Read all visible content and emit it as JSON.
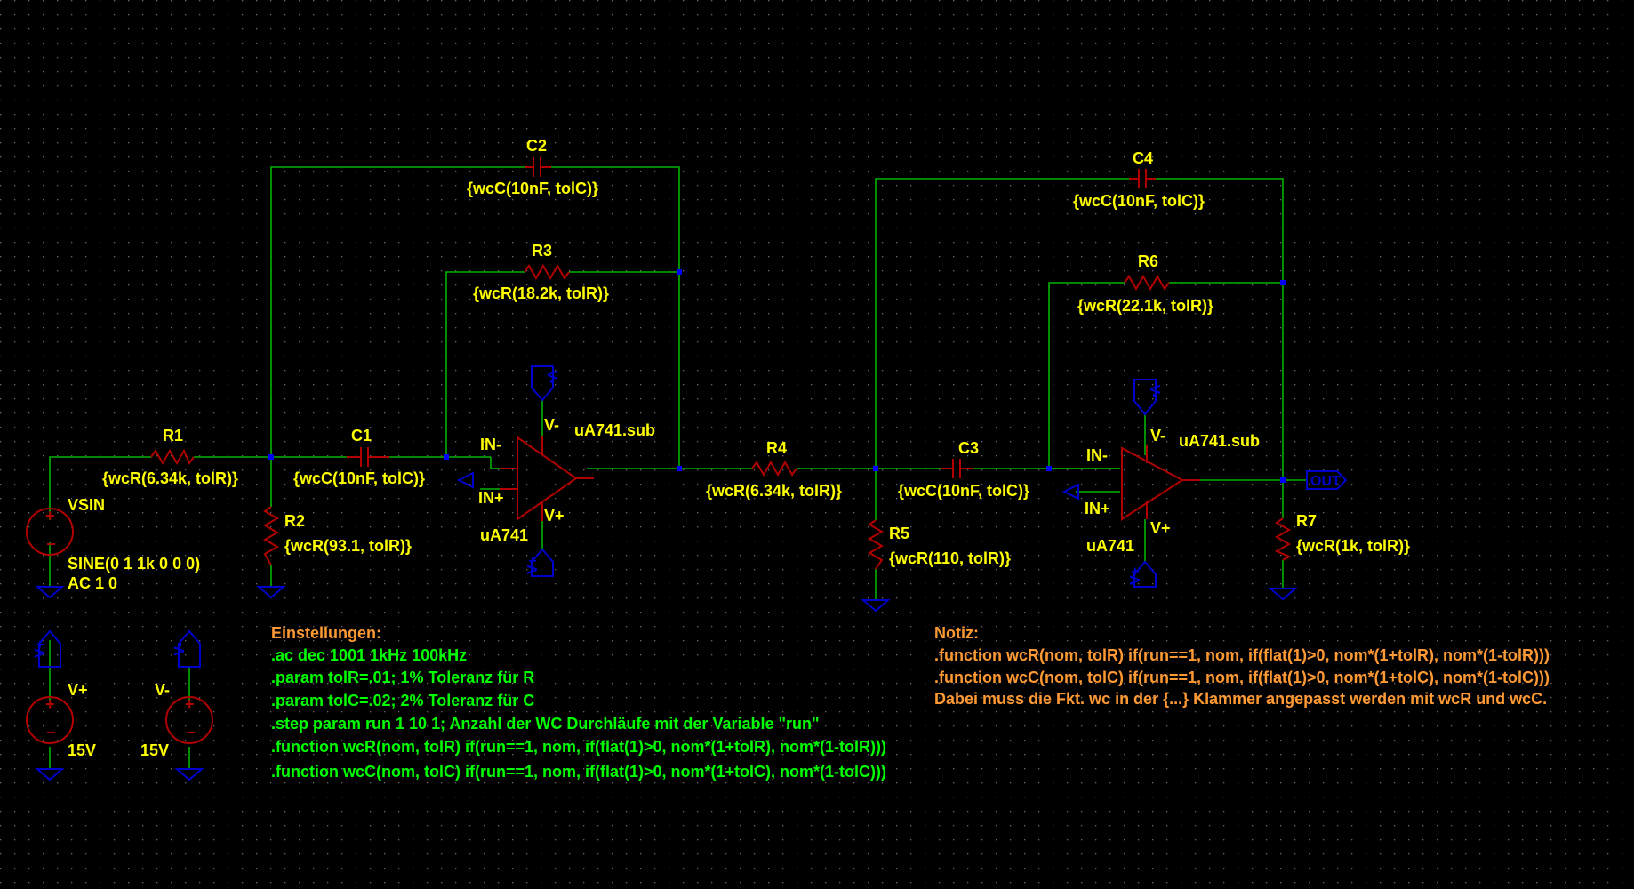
{
  "components": {
    "R1": {
      "name": "R1",
      "value": "{wcR(6.34k, tolR)}"
    },
    "R2": {
      "name": "R2",
      "value": "{wcR(93.1, tolR)}"
    },
    "R3": {
      "name": "R3",
      "value": "{wcR(18.2k, tolR)}"
    },
    "R4": {
      "name": "R4",
      "value": "{wcR(6.34k, tolR)}"
    },
    "R5": {
      "name": "R5",
      "value": "{wcR(110, tolR)}"
    },
    "R6": {
      "name": "R6",
      "value": "{wcR(22.1k, tolR)}"
    },
    "R7": {
      "name": "R7",
      "value": "{wcR(1k, tolR)}"
    },
    "C1": {
      "name": "C1",
      "value": "{wcC(10nF, tolC)}"
    },
    "C2": {
      "name": "C2",
      "value": "{wcC(10nF, tolC)}"
    },
    "C3": {
      "name": "C3",
      "value": "{wcC(10nF, tolC)}"
    },
    "C4": {
      "name": "C4",
      "value": "{wcC(10nF, tolC)}"
    },
    "VSIN": {
      "name": "VSIN",
      "value": "SINE(0 1 1k 0 0 0)",
      "ac": "AC 1 0"
    },
    "VP": {
      "label": "V+",
      "value": "15V"
    },
    "VM": {
      "label": "V-",
      "value": "15V"
    },
    "U1": {
      "name": "uA741",
      "model": "uA741.sub",
      "in_minus": "IN-",
      "in_plus": "IN+",
      "v_minus": "V-",
      "v_plus": "V+"
    },
    "U2": {
      "name": "uA741",
      "model": "uA741.sub",
      "in_minus": "IN-",
      "in_plus": "IN+",
      "v_minus": "V-",
      "v_plus": "V+"
    }
  },
  "flags": {
    "vplus": "V+",
    "vminus": "V-",
    "out": "OUT"
  },
  "settings": {
    "title": "Einstellungen:",
    "lines": [
      ".ac dec 1001 1kHz 100kHz",
      ".param tolR=.01; 1% Toleranz für R",
      ".param tolC=.02; 2% Toleranz für C",
      ".step param run 1 10 1; Anzahl der WC Durchläufe mit der Variable \"run\"",
      ".function wcR(nom, tolR) if(run==1, nom, if(flat(1)>0, nom*(1+tolR), nom*(1-tolR)))",
      ".function wcC(nom, tolC) if(run==1, nom, if(flat(1)>0, nom*(1+tolC), nom*(1-tolC)))"
    ]
  },
  "notes": {
    "title": "Notiz:",
    "lines": [
      ".function wcR(nom, tolR) if(run==1, nom, if(flat(1)>0, nom*(1+tolR), nom*(1-tolR)))",
      ".function wcC(nom, tolC) if(run==1, nom, if(flat(1)>0, nom*(1+tolC), nom*(1-tolC)))",
      "Dabei muss die Fkt. wc in der {...} Klammer angepasst werden mit wcR und wcC."
    ]
  },
  "colors": {
    "background": "#000000",
    "wire": "#00b200",
    "component": "#b20000",
    "label": "#ffff00",
    "directive": "#00ff00",
    "comment": "#ff9933",
    "flag": "#0000cc"
  }
}
